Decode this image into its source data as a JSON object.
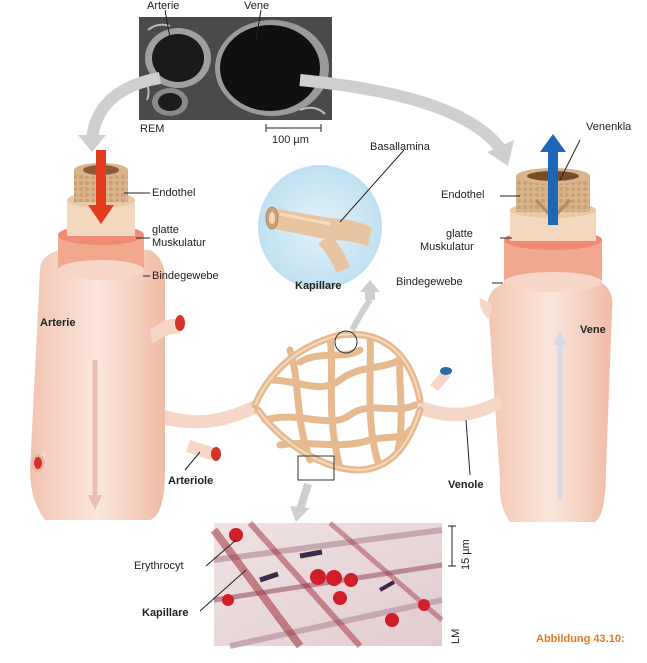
{
  "labels": {
    "arterie_top": "Arterie",
    "vene_top": "Vene",
    "rem": "REM",
    "scale_rem": "100 µm",
    "basallamina": "Basallamina",
    "venenklappe": "Venenkla",
    "endothel_left": "Endothel",
    "glatte_left_1": "glatte",
    "glatte_left_2": "Muskulatur",
    "bindegewebe_left": "Bindegewebe",
    "endothel_right": "Endothel",
    "glatte_right_1": "glatte",
    "glatte_right_2": "Muskulatur",
    "bindegewebe_right": "Bindegewebe",
    "kapillare_circle": "Kapillare",
    "arterie_main": "Arterie",
    "vene_main": "Vene",
    "arteriole": "Arteriole",
    "venole": "Venole",
    "erythrocyt": "Erythrocyt",
    "kapillare_lm": "Kapillare",
    "scale_lm": "15 µm",
    "lm": "LM"
  },
  "caption": "Abbildung 43.10:",
  "colors": {
    "vessel_light": "#f6d6c6",
    "vessel_mid": "#f1c2ab",
    "muscle": "#f08a74",
    "endothel": "#d8b48a",
    "capillary": "#e7b98f",
    "capillary_bg": "#cfe8f4",
    "arrow_red": "#e33b1e",
    "arrow_blue": "#1f66b8",
    "gray_arrow": "#c9c9c9",
    "lm_bg": "#e9d9dc",
    "erythrocyte": "#d01f2a",
    "caption": "#e07a2a"
  }
}
